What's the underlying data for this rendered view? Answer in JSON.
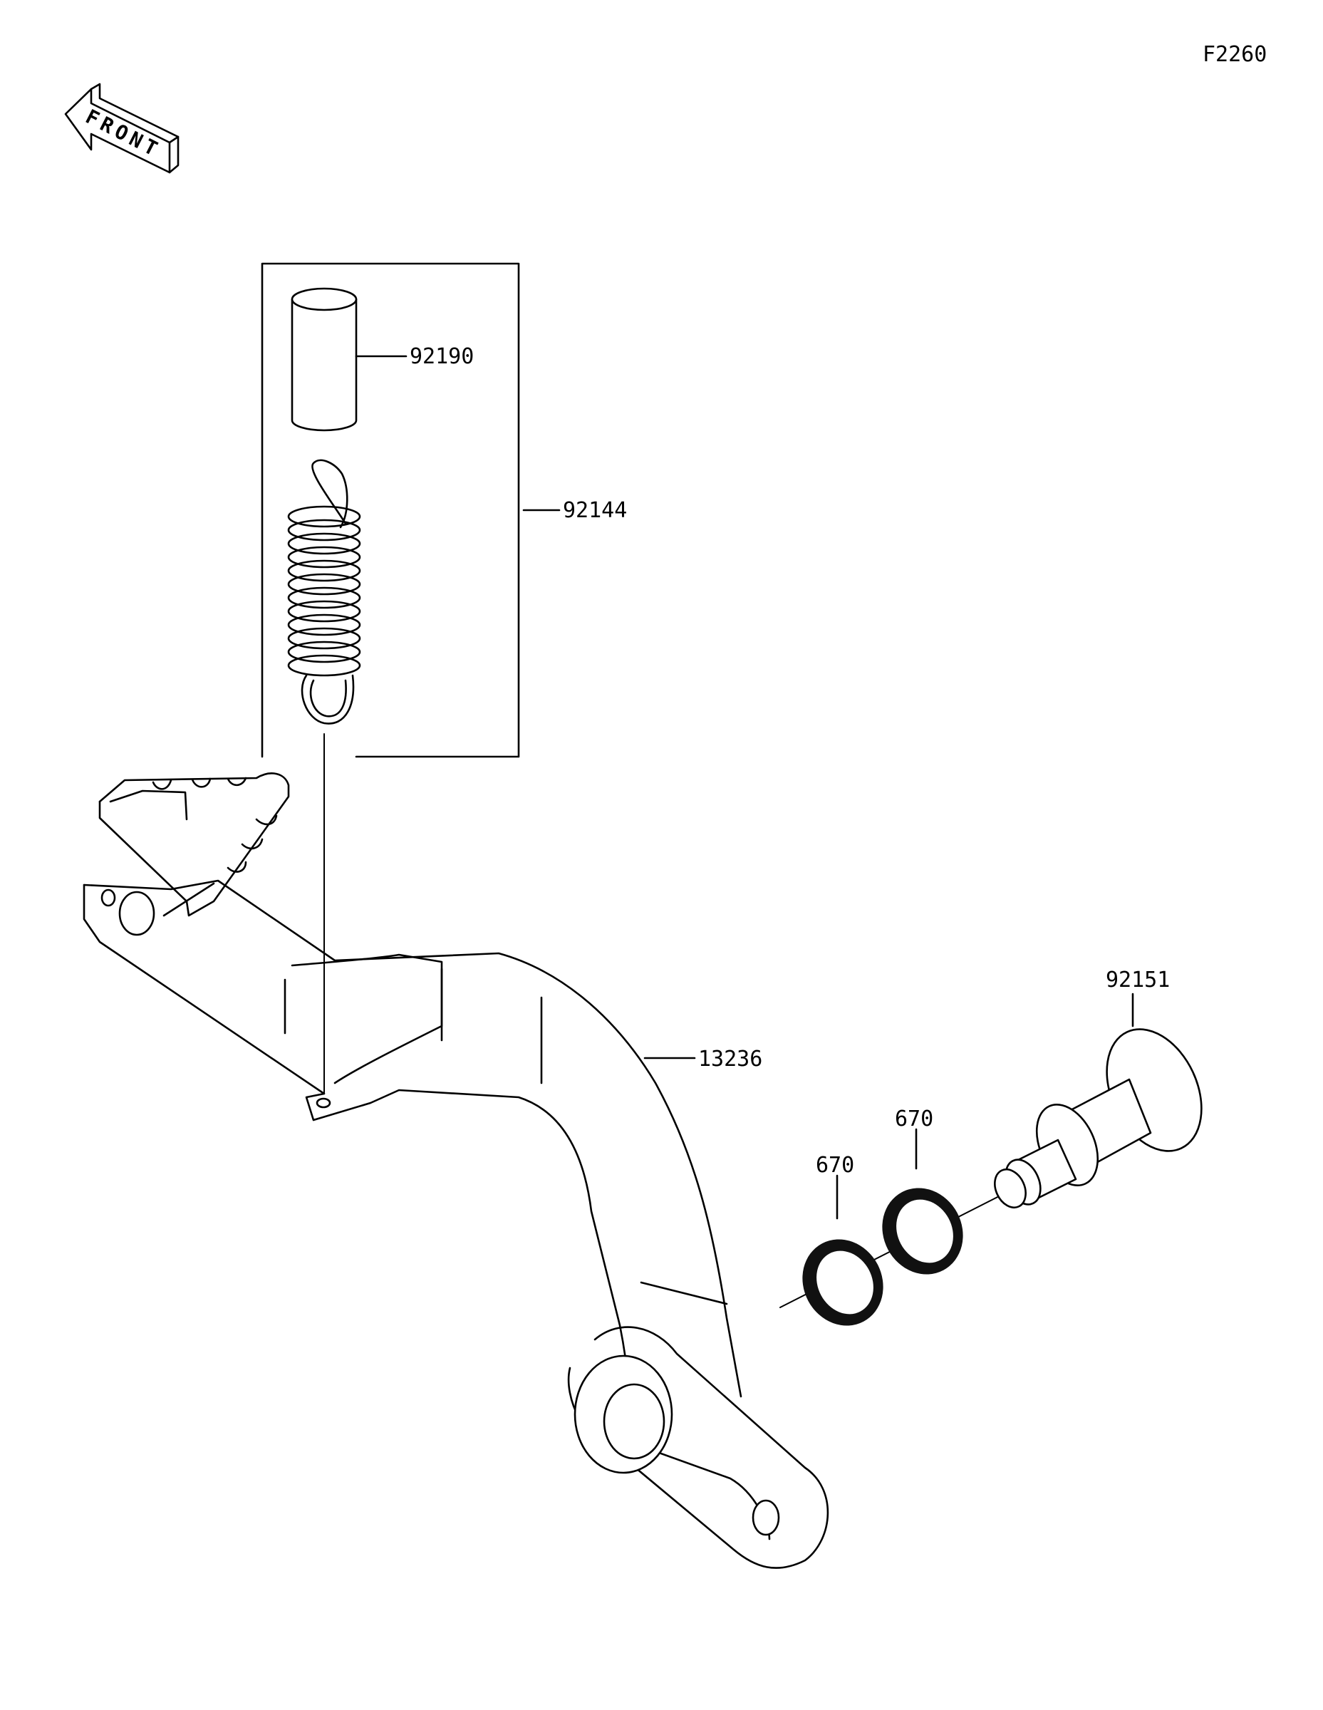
{
  "figure_code": "F2260",
  "front_arrow_label": "FRONT",
  "callouts": {
    "sleeve": "92190",
    "spring_kit": "92144",
    "brake_pedal": "13236",
    "pivot_bolt": "92151",
    "washer_inner": "670",
    "washer_outer": "670"
  },
  "icons": [
    "front-arrow-icon"
  ],
  "colors": {
    "line": "#000000",
    "background": "#ffffff"
  }
}
